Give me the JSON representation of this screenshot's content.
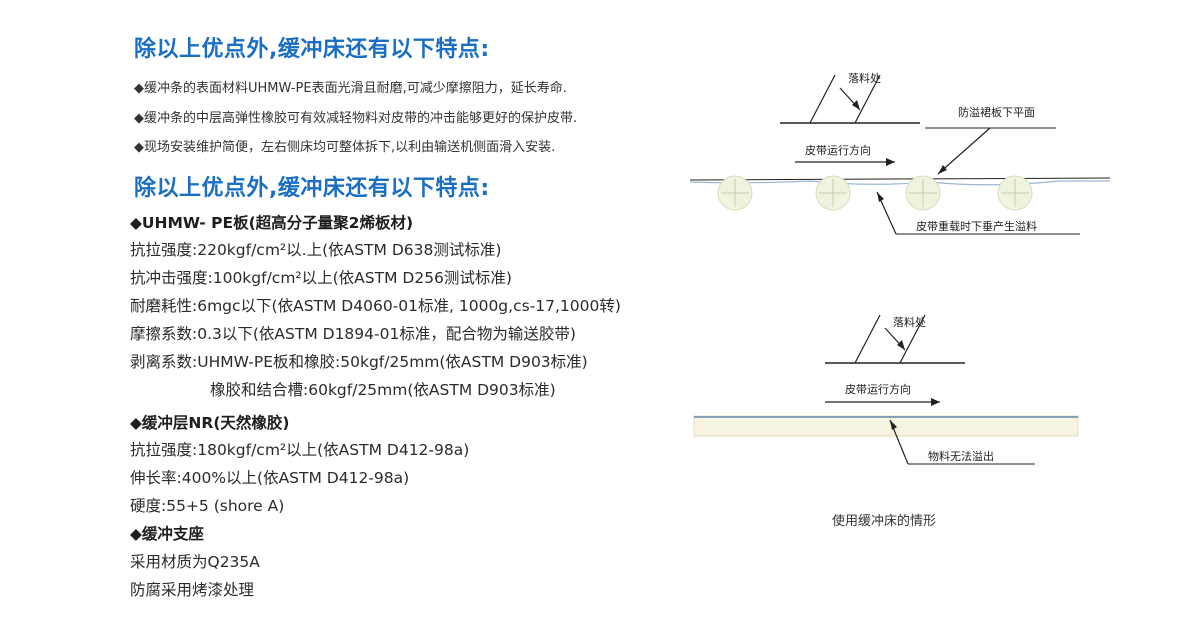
{
  "headings": {
    "h1": "除以上优点外,缓冲床还有以下特点:",
    "h2": "除以上优点外,缓冲床还有以下特点:"
  },
  "bullets1": [
    "◆缓冲条的表面材料UHMW-PE表面光滑且耐磨,可减少摩擦阻力，延长寿命.",
    "◆缓冲条的中层高弹性橡胶可有效减轻物料对皮带的冲击能够更好的保护皮带.",
    "◆现场安装维护简便，左右侧床均可整体拆下,以利由输送机侧面滑入安装."
  ],
  "spec": {
    "pe_title": "◆UHMW- PE板(超高分子量聚2烯板材)",
    "pe_lines": [
      "抗拉强度:220kgf/cm²以.上(依ASTM D638测试标准)",
      "抗冲击强度:100kgf/cm²以上(依ASTM D256测试标准)",
      "耐磨耗性:6mgc以下(依ASTM D4060-01标准, 1000g,cs-17,1000转)",
      "摩擦系数:0.3以下(依ASTM D1894-01标准，配合物为输送胶带)",
      "剥离系数:UHMW-PE板和橡胶:50kgf/25mm(依ASTM D903标准)",
      "橡胶和结合槽:60kgf/25mm(依ASTM D903标准)"
    ],
    "nr_title": "◆缓冲层NR(天然橡胶)",
    "nr_lines": [
      "抗拉强度:180kgf/cm²以上(依ASTM D412-98a)",
      "伸长率:400%以上(依ASTM D412-98a)",
      "硬度:55+5 (shore A)"
    ],
    "support_title": "◆缓冲支座",
    "support_lines": [
      "采用材质为Q235A",
      "防腐采用烤漆处理"
    ]
  },
  "diagram": {
    "top": {
      "drop": "落料处",
      "skirt": "防溢裙板下平面",
      "direction": "皮带运行方向",
      "spill": "皮带重载时下垂产生溢料"
    },
    "bottom": {
      "drop": "落料处",
      "direction": "皮带运行方向",
      "nospill": "物料无法溢出"
    },
    "caption": "使用缓冲床的情形"
  }
}
